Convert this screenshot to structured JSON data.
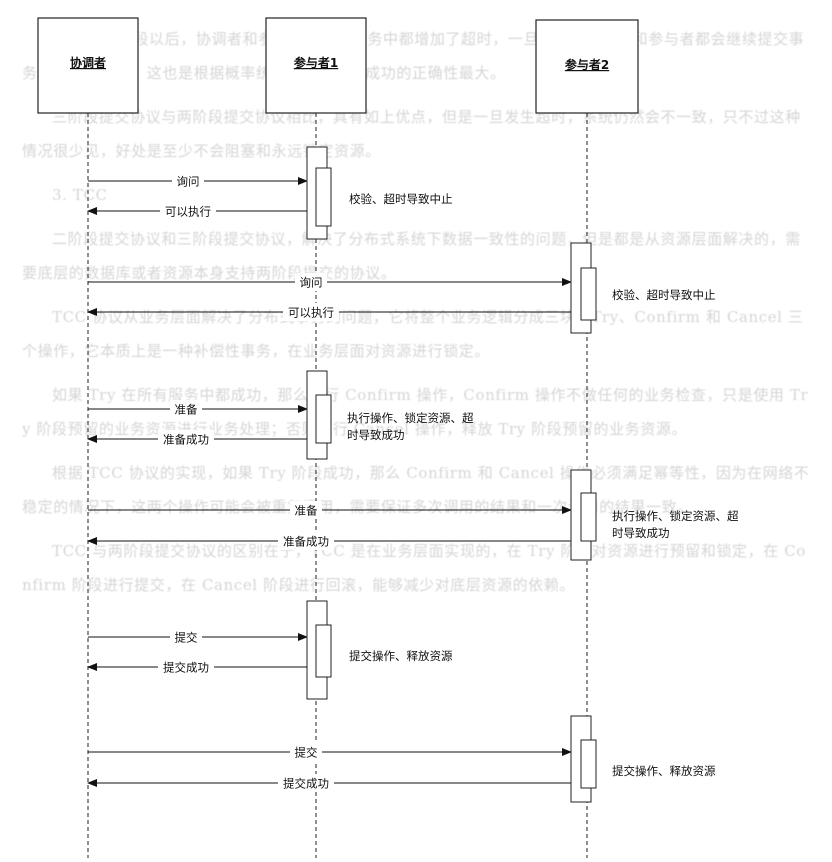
{
  "participants": [
    "协调者",
    "参与者1",
    "参与者2"
  ],
  "messages": [
    "询问",
    "可以执行",
    "询问",
    "可以执行",
    "准备",
    "准备成功",
    "准备",
    "准备成功",
    "提交",
    "提交成功",
    "提交",
    "提交成功"
  ],
  "activation_labels": [
    "校验、超时导致中止",
    "校验、超时导致中止",
    "执行操作、锁定资源、超\n时导致成功",
    "执行操作、锁定资源、超\n时导致成功",
    "提交操作、释放资源",
    "提交操作、释放资源"
  ],
  "background": {
    "paragraphs": [
      "● 在准备阶段以后，协调者和参与者执行的任务中都增加了超时，一旦超时，协调者和参与者都会继续提交事务，默认为成功，这也是根据概率统计超时后默认成功的正确性最大。",
      "三阶段提交协议与两阶段提交协议相比，具有如上优点，但是一旦发生超时，系统仍然会不一致，只不过这种情况很少见，好处是至少不会阻塞和永远锁定资源。",
      "3. TCC",
      "二阶段提交协议和三阶段提交协议，解决了分布式系统下数据一致性的问题，但是都是从资源层面解决的，需要底层的数据库或者资源本身支持两阶段提交的协议。",
      "TCC 协议从业务层面解决了分布式事务的问题，它将整个业务逻辑分成三块：Try、Confirm 和 Cancel 三个操作，它本质上是一种补偿性事务，在业务层面对资源进行锁定。",
      "如果 Try 在所有服务中都成功，那么执行 Confirm 操作，Confirm 操作不做任何的业务检查，只是使用 Try 阶段预留的业务资源进行业务处理；否则执行 Cancel 操作，释放 Try 阶段预留的业务资源。",
      "根据 TCC 协议的实现，如果 Try 阶段成功，那么 Confirm 和 Cancel 操作必须满足幂等性，因为在网络不稳定的情况下，这两个操作可能会被重复调用，需要保证多次调用的结果和一次调用的结果一致。",
      "TCC 与两阶段提交协议的区别在于，TCC 是在业务层面实现的，在 Try 阶段对资源进行预留和锁定，在 Confirm 阶段进行提交，在 Cancel 阶段进行回滚，能够减少对底层资源的依赖。"
    ]
  }
}
